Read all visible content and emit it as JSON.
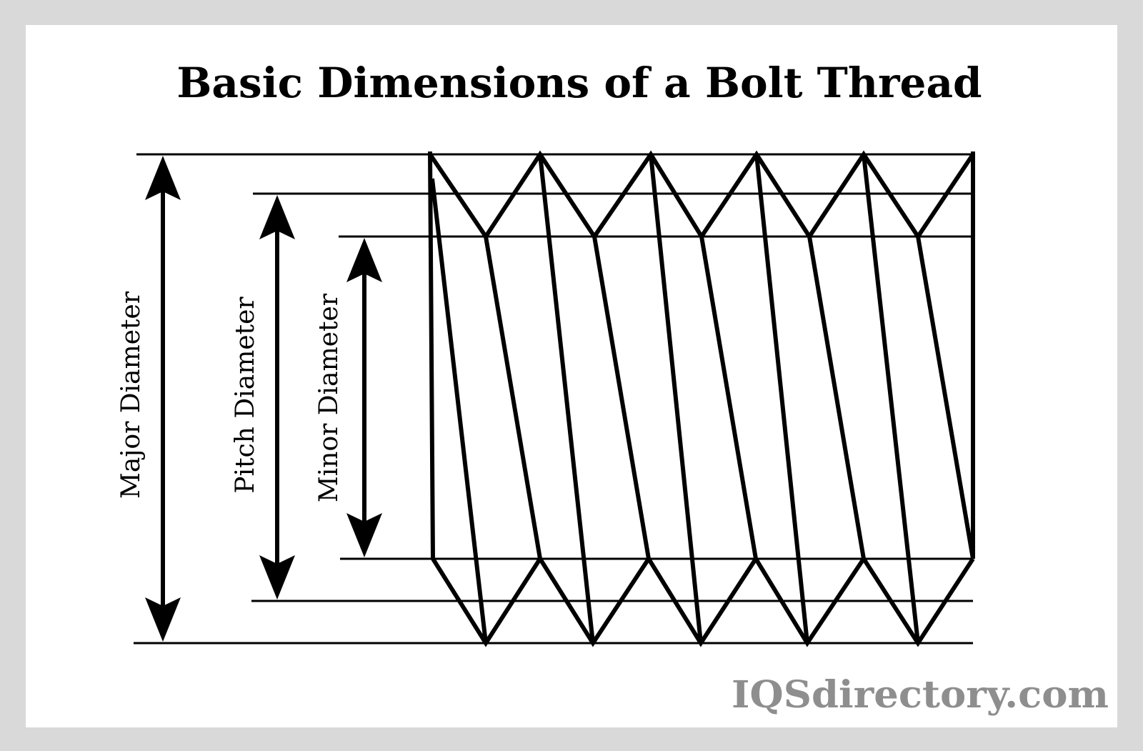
{
  "title": "Basic Dimensions of a Bolt Thread",
  "labels": {
    "major": "Major Diameter",
    "pitch": "Pitch Diameter",
    "minor": "Minor Diameter"
  },
  "logo": "IQSdirectory.com",
  "colors": {
    "frame": "#d9d9d9",
    "logo": "#8e8e8e",
    "line": "#000000"
  }
}
